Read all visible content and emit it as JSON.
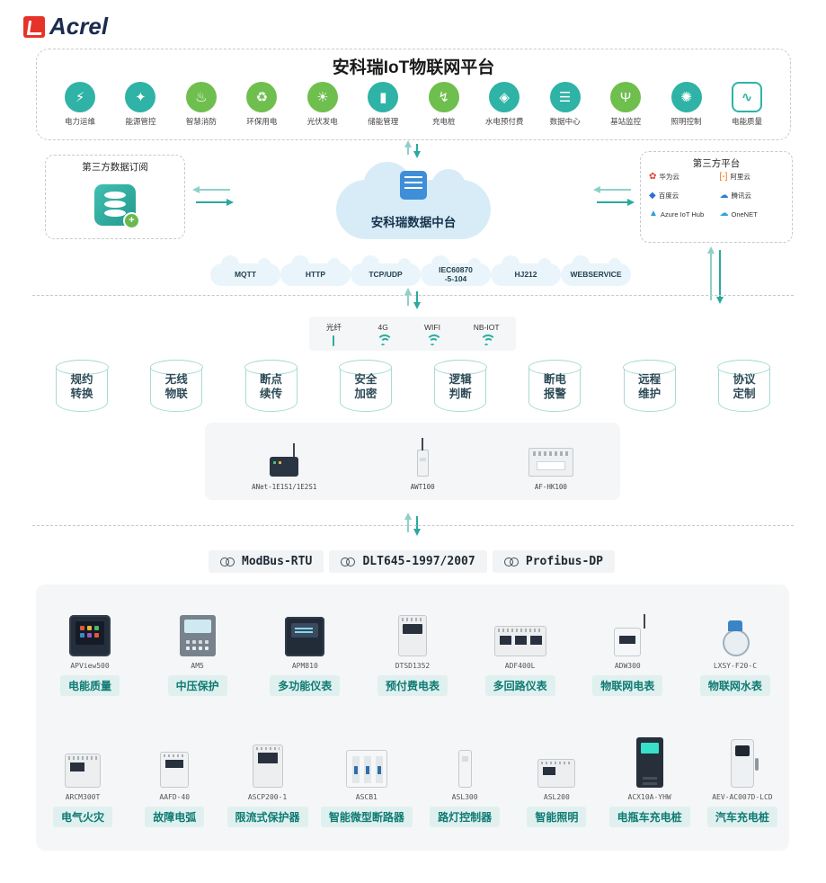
{
  "brand": {
    "name": "Acrel"
  },
  "header": {
    "title": "安科瑞IoT物联网平台"
  },
  "colors": {
    "teal": "#2eb3a6",
    "green": "#6fbf4e",
    "cloud_blue": "#d8ecf8",
    "chip_bg": "#dff0ef",
    "chip_text": "#0e7a73",
    "logo_red": "#e63329",
    "logo_navy": "#1b2b50"
  },
  "apps": [
    {
      "label": "电力运维",
      "icon": "power-ops-icon",
      "glyph": "⚡",
      "color": "#2eb3a6",
      "variant": "solid"
    },
    {
      "label": "能源管控",
      "icon": "energy-mgmt-icon",
      "glyph": "✦",
      "color": "#2eb3a6",
      "variant": "solid"
    },
    {
      "label": "智慧消防",
      "icon": "fire-safety-icon",
      "glyph": "♨",
      "color": "#6fbf4e",
      "variant": "solid"
    },
    {
      "label": "环保用电",
      "icon": "eco-power-icon",
      "glyph": "♻",
      "color": "#6fbf4e",
      "variant": "solid"
    },
    {
      "label": "光伏发电",
      "icon": "solar-power-icon",
      "glyph": "☀",
      "color": "#6fbf4e",
      "variant": "solid"
    },
    {
      "label": "储能管理",
      "icon": "energy-storage-icon",
      "glyph": "▮",
      "color": "#2eb3a6",
      "variant": "solid"
    },
    {
      "label": "充电桩",
      "icon": "ev-charger-icon",
      "glyph": "↯",
      "color": "#6fbf4e",
      "variant": "solid"
    },
    {
      "label": "水电预付费",
      "icon": "prepay-meter-icon",
      "glyph": "◈",
      "color": "#2eb3a6",
      "variant": "solid"
    },
    {
      "label": "数据中心",
      "icon": "data-center-icon",
      "glyph": "☰",
      "color": "#2eb3a6",
      "variant": "solid"
    },
    {
      "label": "基站监控",
      "icon": "base-station-icon",
      "glyph": "Ψ",
      "color": "#6fbf4e",
      "variant": "solid"
    },
    {
      "label": "照明控制",
      "icon": "lighting-control-icon",
      "glyph": "✺",
      "color": "#2eb3a6",
      "variant": "solid"
    },
    {
      "label": "电能质量",
      "icon": "power-quality-icon",
      "glyph": "∿",
      "color": "#2eb3a6",
      "variant": "outline"
    }
  ],
  "integration": {
    "left_title": "第三方数据订阅",
    "cloud_label": "安科瑞数据中台",
    "right_title": "第三方平台",
    "platforms": [
      {
        "name": "华为云",
        "glyph": "✿",
        "color": "#e23d2e"
      },
      {
        "name": "阿里云",
        "glyph": "[-]",
        "color": "#ff6a00"
      },
      {
        "name": "百度云",
        "glyph": "◆",
        "color": "#2f6fd6"
      },
      {
        "name": "腾讯云",
        "glyph": "☁",
        "color": "#2f7fd6"
      },
      {
        "name": "Azure IoT Hub",
        "glyph": "▲",
        "color": "#2f9be0"
      },
      {
        "name": "OneNET",
        "glyph": "☁",
        "color": "#35a0e0"
      }
    ]
  },
  "protocol_clouds": [
    {
      "l1": "MQTT"
    },
    {
      "l1": "HTTP"
    },
    {
      "l1": "TCP/UDP"
    },
    {
      "l1": "IEC60870",
      "l2": "-5-104"
    },
    {
      "l1": "HJ212"
    },
    {
      "l1": "WEBSERVICE"
    }
  ],
  "networks": [
    {
      "label": "光纤",
      "icon": "fiber"
    },
    {
      "label": "4G",
      "icon": "wifi"
    },
    {
      "label": "WIFI",
      "icon": "wifi"
    },
    {
      "label": "NB-IOT",
      "icon": "wifi"
    }
  ],
  "features": [
    {
      "l1": "规约",
      "l2": "转换"
    },
    {
      "l1": "无线",
      "l2": "物联"
    },
    {
      "l1": "断点",
      "l2": "续传"
    },
    {
      "l1": "安全",
      "l2": "加密"
    },
    {
      "l1": "逻辑",
      "l2": "判断"
    },
    {
      "l1": "断电",
      "l2": "报警"
    },
    {
      "l1": "远程",
      "l2": "维护"
    },
    {
      "l1": "协议",
      "l2": "定制"
    }
  ],
  "gateways": [
    {
      "model": "ANet-1E1S1/1E2S1",
      "img": "anet"
    },
    {
      "model": "AWT100",
      "img": "awt100"
    },
    {
      "model": "AF-HK100",
      "img": "afhk100"
    }
  ],
  "bus_protocols": [
    "ModBus-RTU",
    "DLT645-1997/2007",
    "Profibus-DP"
  ],
  "devices_row1": [
    {
      "model": "APView500",
      "label": "电能质量",
      "img": "apview500"
    },
    {
      "model": "AM5",
      "label": "中压保护",
      "img": "am5"
    },
    {
      "model": "APM810",
      "label": "多功能仪表",
      "img": "apm810"
    },
    {
      "model": "DTSD1352",
      "label": "预付费电表",
      "img": "dtsd1352"
    },
    {
      "model": "ADF400L",
      "label": "多回路仪表",
      "img": "adf400l"
    },
    {
      "model": "ADW300",
      "label": "物联网电表",
      "img": "adw300"
    },
    {
      "model": "LXSY-F20-C",
      "label": "物联网水表",
      "img": "lxsy"
    }
  ],
  "devices_row2": [
    {
      "model": "ARCM300T",
      "label": "电气火灾",
      "img": "arcm300t"
    },
    {
      "model": "AAFD-40",
      "label": "故障电弧",
      "img": "aafd40"
    },
    {
      "model": "ASCP200-1",
      "label": "限流式保护器",
      "img": "ascp200"
    },
    {
      "model": "ASCB1",
      "label": "智能微型断路器",
      "img": "ascb1"
    },
    {
      "model": "ASL300",
      "label": "路灯控制器",
      "img": "asl300"
    },
    {
      "model": "ASL200",
      "label": "智能照明",
      "img": "asl200"
    },
    {
      "model": "ACX10A-YHW",
      "label": "电瓶车充电桩",
      "img": "acx10a"
    },
    {
      "model": "AEV-AC007D-LCD",
      "label": "汽车充电桩",
      "img": "aev"
    }
  ]
}
